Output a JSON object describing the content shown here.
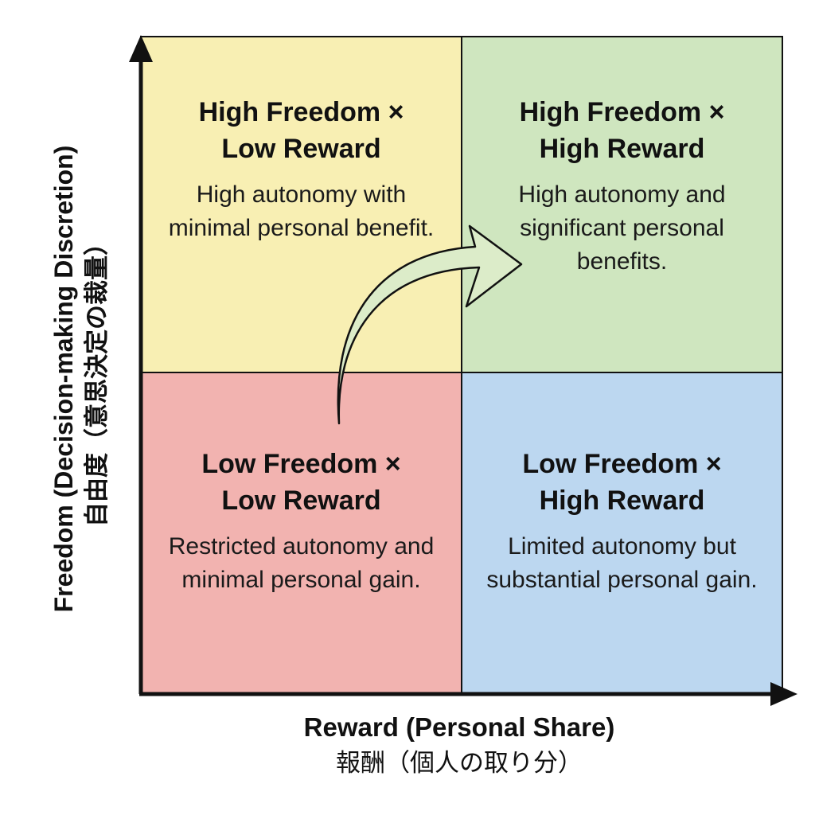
{
  "colors": {
    "top_left": "#f8efb3",
    "top_right": "#cfe6bf",
    "bottom_left": "#f2b3b0",
    "bottom_right": "#bcd7f0",
    "arrow_fill": "#dcecc9",
    "line": "#111111"
  },
  "axes": {
    "x_label": "Reward (Personal Share)",
    "x_label_jp": "報酬（個人の取り分）",
    "y_label": "Freedom (Decision-making Discretion)",
    "y_label_jp": "自由度（意思決定の裁量）"
  },
  "quadrants": {
    "top_left": {
      "title_line1": "High Freedom ×",
      "title_line2": "Low Reward",
      "description": "High autonomy with minimal personal benefit."
    },
    "top_right": {
      "title_line1": "High Freedom ×",
      "title_line2": "High Reward",
      "description": "High autonomy and significant personal benefits."
    },
    "bottom_left": {
      "title_line1": "Low Freedom ×",
      "title_line2": "Low Reward",
      "description": "Restricted autonomy and minimal personal gain."
    },
    "bottom_right": {
      "title_line1": "Low Freedom ×",
      "title_line2": "High Reward",
      "description": "Limited autonomy but substantial personal gain."
    }
  },
  "transition_arrow": {
    "from": "bottom_left",
    "to": "top_right"
  }
}
